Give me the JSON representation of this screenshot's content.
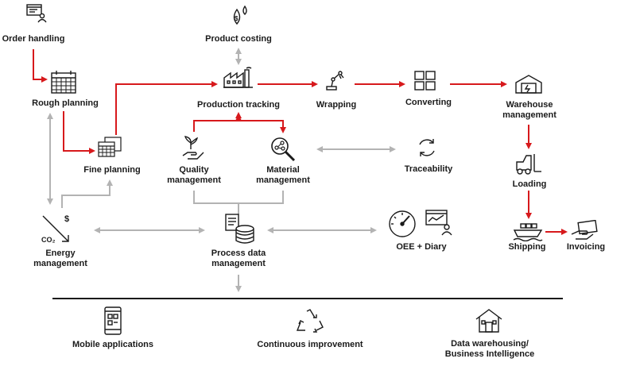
{
  "colors": {
    "flow": "#d7191c",
    "link": "#b3b3b3",
    "ink": "#1a1a1a",
    "accent": "#d7191c"
  },
  "nodes": {
    "order_handling": {
      "label": "Order handling",
      "icon": "computer-user-icon"
    },
    "product_costing": {
      "label": "Product costing",
      "icon": "drops-dollar-icon"
    },
    "rough_planning": {
      "label": "Rough planning",
      "icon": "calendar-icon"
    },
    "production_tracking": {
      "label": "Production tracking",
      "icon": "factory-icon"
    },
    "wrapping": {
      "label": "Wrapping",
      "icon": "robot-arm-icon"
    },
    "converting": {
      "label": "Converting",
      "icon": "grid-squares-icon"
    },
    "warehouse_management": {
      "label": "Warehouse\nmanagement",
      "icon": "warehouse-icon"
    },
    "fine_planning": {
      "label": "Fine planning",
      "icon": "calendars-icon"
    },
    "quality_management": {
      "label": "Quality\nmanagement",
      "icon": "hand-plant-icon"
    },
    "material_management": {
      "label": "Material\nmanagement",
      "icon": "magnifier-icon"
    },
    "traceability": {
      "label": "Traceability",
      "icon": "cycle-arrows-icon"
    },
    "loading": {
      "label": "Loading",
      "icon": "forklift-icon"
    },
    "energy_management": {
      "label": "Energy\nmanagement",
      "icon": "energy-icon",
      "icon_text_dollar": "$",
      "icon_text_co2": "CO₂"
    },
    "process_data_management": {
      "label": "Process data\nmanagement",
      "icon": "database-icon"
    },
    "oee_diary": {
      "label": "OEE + Diary",
      "icon": "gauge-dashboard-icon"
    },
    "shipping": {
      "label": "Shipping",
      "icon": "ship-icon"
    },
    "invoicing": {
      "label": "Invoicing",
      "icon": "invoice-icon"
    }
  },
  "footer": {
    "mobile_applications": {
      "label": "Mobile applications",
      "icon": "phone-icon"
    },
    "continuous_improvement": {
      "label": "Continuous improvement",
      "icon": "recycle-icon"
    },
    "data_warehousing": {
      "label": "Data warehousing/\nBusiness Intelligence",
      "icon": "house-icon"
    }
  }
}
